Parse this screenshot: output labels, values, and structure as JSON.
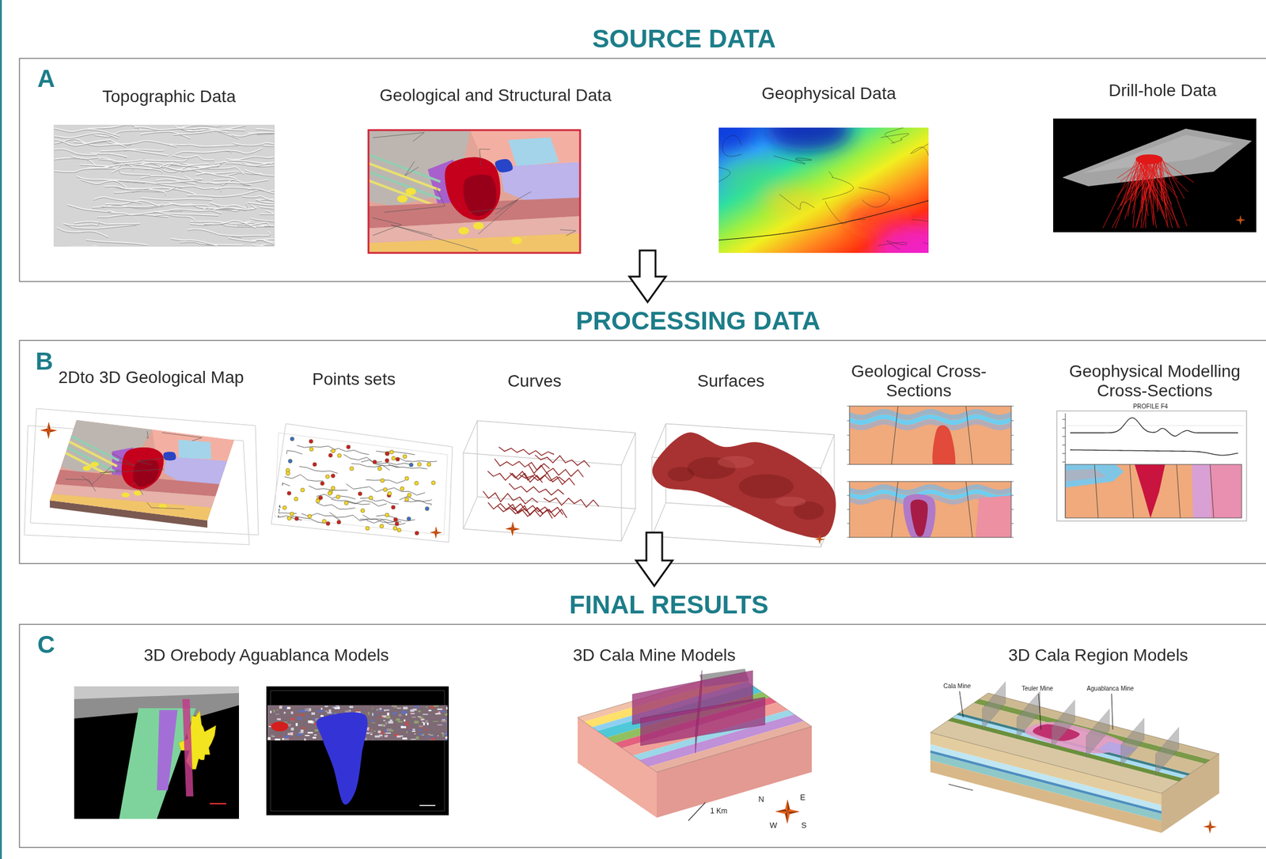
{
  "diagram": {
    "nodes": [
      {
        "text": [
          "SOURCE DATA",
          "A"
        ]
      },
      {
        "text": [
          "Topographic Data"
        ],
        "in": 0
      },
      {
        "text": [
          "Geological and Structural Data"
        ],
        "in": 0
      },
      {
        "text": [
          "Geophysical Data"
        ],
        "in": 0
      },
      {
        "text": [
          "Drill-hole Data"
        ],
        "in": 0
      },
      {
        "text": [
          "PROCESSING DATA",
          "B"
        ]
      },
      {
        "text": [
          "2Dto 3D Geological Map"
        ],
        "in": 5
      },
      {
        "text": [
          "Points sets"
        ],
        "in": 5
      },
      {
        "text": [
          "Curves"
        ],
        "in": 5
      },
      {
        "text": [
          "Surfaces"
        ],
        "in": 5
      },
      {
        "text": [
          "Geological Cross- Sections"
        ],
        "in": 5
      },
      {
        "text": [
          "Geophysical Modelling Cross-Sections"
        ],
        "in": 5
      },
      {
        "text": [
          "FINAL RESULTS",
          "C"
        ]
      },
      {
        "text": [
          "3D Orebody Aguablanca Models"
        ],
        "in": 12
      },
      {
        "text": [
          "3D Cala Mine Models"
        ],
        "in": 12
      },
      {
        "text": [
          "3D Cala Region Models"
        ],
        "in": 12
      }
    ],
    "edges": [
      {
        "from": 0,
        "to": 5,
        "arrow": "to"
      },
      {
        "from": 5,
        "to": 12,
        "arrow": "to"
      }
    ],
    "labels": [
      "PROFILE F4",
      "1 Km",
      "N",
      "E",
      "W",
      "S",
      "Cala Mine",
      "Teuler Mine",
      "Aguablanca Mine"
    ]
  }
}
